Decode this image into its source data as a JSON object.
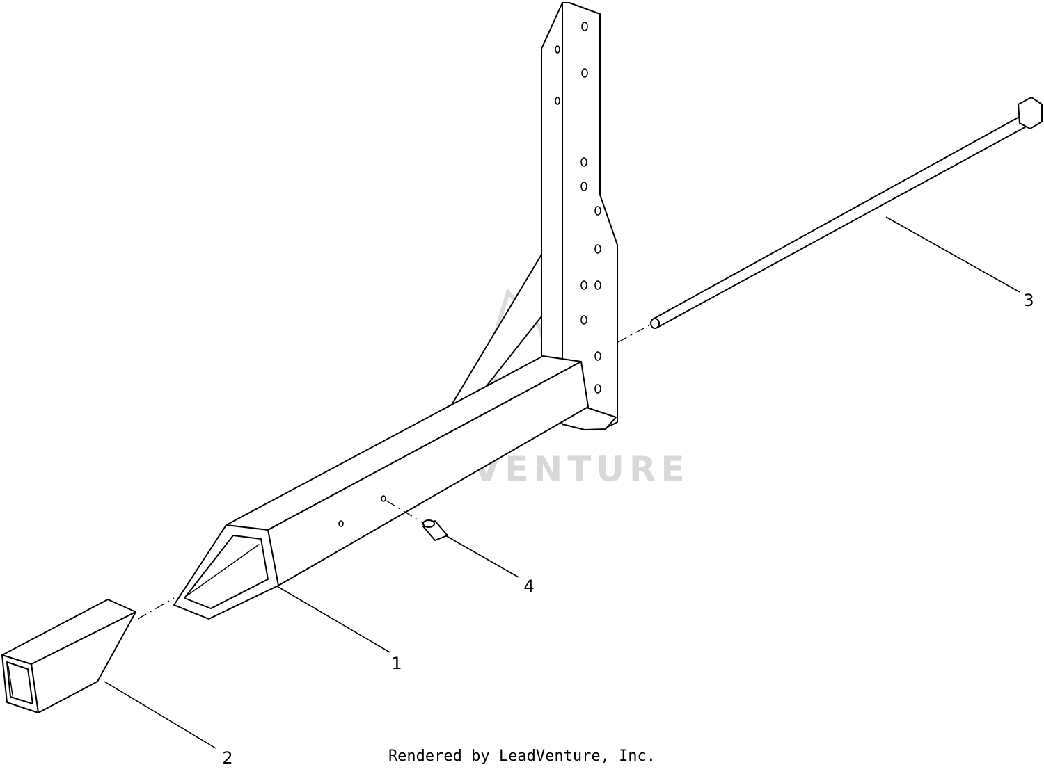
{
  "watermark_text": "LEADVENTURE",
  "callouts": [
    {
      "label": "1"
    },
    {
      "label": "2"
    },
    {
      "label": "3"
    },
    {
      "label": "4"
    }
  ],
  "footer": "Rendered by LeadVenture, Inc.",
  "colors": {
    "line": "#000000",
    "watermark": "#d8d8d8",
    "background": "#ffffff"
  }
}
